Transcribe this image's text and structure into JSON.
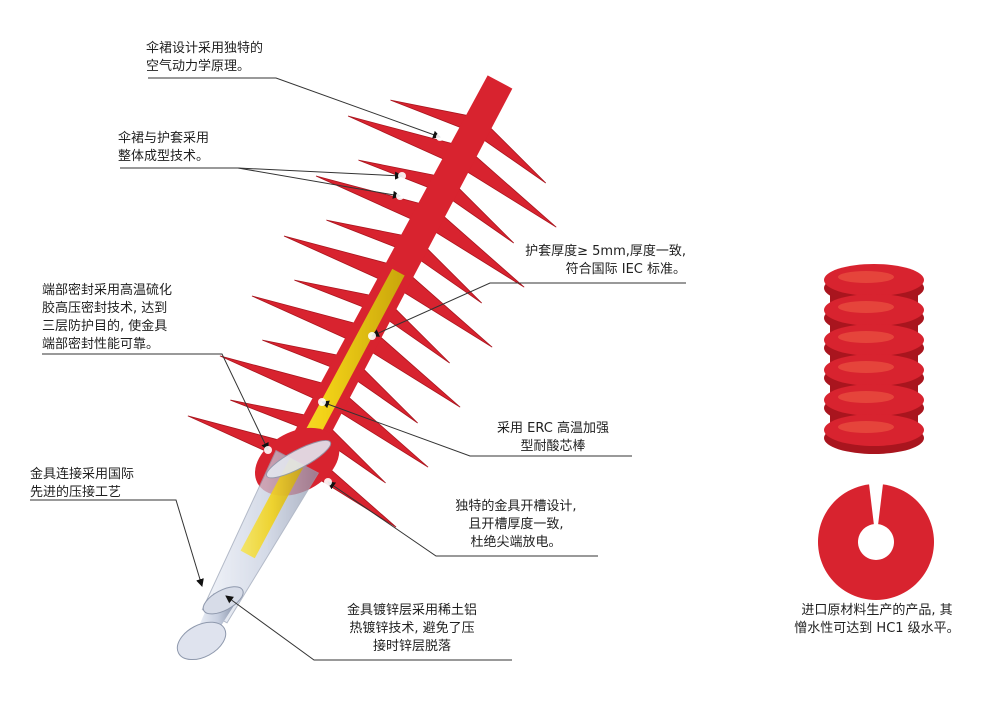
{
  "colors": {
    "shed": "#d8232f",
    "shed_dark": "#a9151e",
    "core": "#f3d318",
    "fitting": "#c7cfe0",
    "line": "#333333"
  },
  "callouts": {
    "shed_design": [
      "伞裙设计采用独特的",
      "空气动力学原理。"
    ],
    "integral_molding": [
      "伞裙与护套采用",
      "整体成型技术。"
    ],
    "sheath_thickness": [
      "护套厚度≥ 5mm,厚度一致,",
      "符合国际 IEC 标准。"
    ],
    "end_seal": [
      "端部密封采用高温硫化",
      "胶高压密封技术, 达到",
      "三层防护目的, 使金具",
      "端部密封性能可靠。"
    ],
    "core_rod": [
      "采用 ERC 高温加强",
      "型耐酸芯棒"
    ],
    "crimp": [
      "金具连接采用国际",
      "先进的压接工艺"
    ],
    "fitting_groove": [
      "独特的金具开槽设计,",
      "且开槽厚度一致,",
      "杜绝尖端放电。"
    ],
    "galvanizing": [
      "金具镀锌层采用稀土铝",
      "热镀锌技术, 避免了压",
      "接时锌层脱落"
    ],
    "material": [
      "进口原材料生产的产品, 其",
      "憎水性可达到 HC1 级水平。"
    ]
  },
  "icons": [
    "composite-insulator-illustration",
    "shed-stack-photo",
    "shed-section-ring"
  ]
}
